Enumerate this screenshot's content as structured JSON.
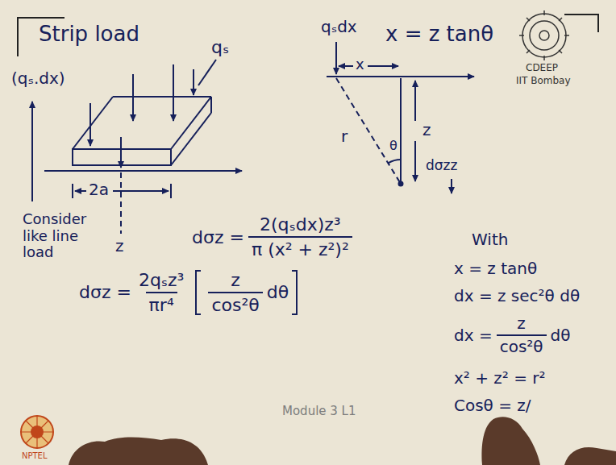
{
  "diagram": {
    "labels": [
      "Strip load",
      "qₛ",
      "(qₛ.dx)",
      "2a",
      "Consider like line load",
      "z",
      "qₛdx",
      "x = z tanθ",
      "x",
      "r",
      "θ",
      "z",
      "dσzz",
      "dσz =",
      "2(qₛdx)z³",
      "π (x² + z²)²",
      "dσz =",
      "2qₛz³",
      "πr⁴",
      "z",
      "cos²θ",
      "dθ",
      "With",
      "x = z tanθ",
      "dx = z sec²θ dθ",
      "dx =",
      "z",
      "cos²θ",
      "dθ",
      "x² + z² = r²",
      "Cosθ = z/",
      "Module 3 L1",
      "CDEEP",
      "IIT Bombay",
      "NPTEL"
    ]
  }
}
